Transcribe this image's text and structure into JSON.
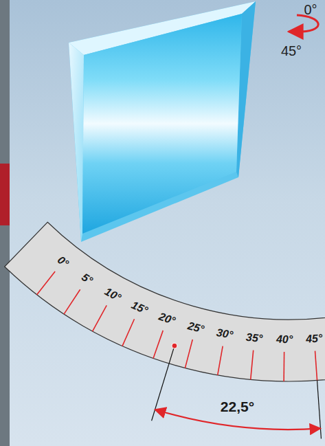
{
  "diagram": {
    "labels": [
      "0°",
      "45°",
      "0°",
      "5°",
      "10°",
      "15°",
      "20°",
      "25°",
      "30°",
      "35°",
      "40°",
      "45°",
      "22,5°"
    ]
  }
}
